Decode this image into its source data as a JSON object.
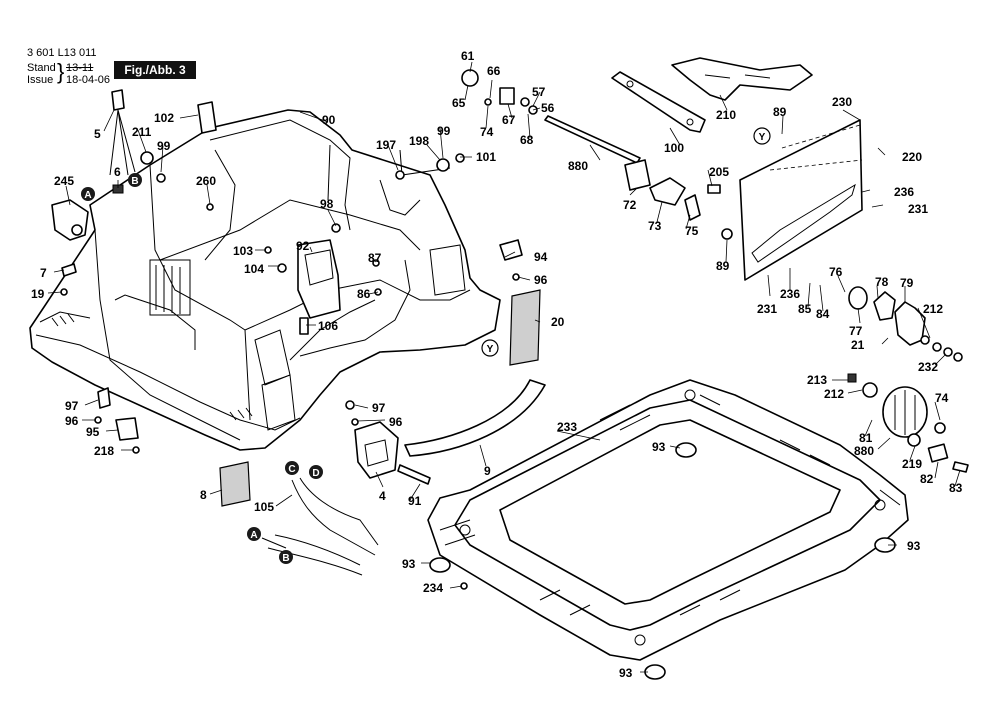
{
  "header": {
    "doc_number": "3 601 L13 011",
    "stand_label": "Stand",
    "stand_value": "13-11",
    "issue_label": "Issue",
    "issue_value": "18-04-06",
    "figure_label": "Fig./Abb. 3"
  },
  "parts": [
    {
      "num": "61"
    },
    {
      "num": "65"
    },
    {
      "num": "66"
    },
    {
      "num": "74"
    },
    {
      "num": "67"
    },
    {
      "num": "57"
    },
    {
      "num": "56"
    },
    {
      "num": "68"
    },
    {
      "num": "880"
    },
    {
      "num": "90"
    },
    {
      "num": "102"
    },
    {
      "num": "5"
    },
    {
      "num": "211"
    },
    {
      "num": "99"
    },
    {
      "num": "6"
    },
    {
      "num": "245"
    },
    {
      "num": "260"
    },
    {
      "num": "197"
    },
    {
      "num": "198"
    },
    {
      "num": "99"
    },
    {
      "num": "101"
    },
    {
      "num": "98"
    },
    {
      "num": "92"
    },
    {
      "num": "103"
    },
    {
      "num": "104"
    },
    {
      "num": "87"
    },
    {
      "num": "86"
    },
    {
      "num": "106"
    },
    {
      "num": "94"
    },
    {
      "num": "96"
    },
    {
      "num": "20"
    },
    {
      "num": "7"
    },
    {
      "num": "19"
    },
    {
      "num": "97"
    },
    {
      "num": "96"
    },
    {
      "num": "95"
    },
    {
      "num": "218"
    },
    {
      "num": "97"
    },
    {
      "num": "96"
    },
    {
      "num": "8"
    },
    {
      "num": "105"
    },
    {
      "num": "4"
    },
    {
      "num": "91"
    },
    {
      "num": "9"
    },
    {
      "num": "233"
    },
    {
      "num": "93"
    },
    {
      "num": "93"
    },
    {
      "num": "234"
    },
    {
      "num": "93"
    },
    {
      "num": "93"
    },
    {
      "num": "210"
    },
    {
      "num": "100"
    },
    {
      "num": "89"
    },
    {
      "num": "230"
    },
    {
      "num": "220"
    },
    {
      "num": "205"
    },
    {
      "num": "72"
    },
    {
      "num": "73"
    },
    {
      "num": "75"
    },
    {
      "num": "236"
    },
    {
      "num": "231"
    },
    {
      "num": "89"
    },
    {
      "num": "236"
    },
    {
      "num": "231"
    },
    {
      "num": "85"
    },
    {
      "num": "84"
    },
    {
      "num": "76"
    },
    {
      "num": "77"
    },
    {
      "num": "78"
    },
    {
      "num": "79"
    },
    {
      "num": "212"
    },
    {
      "num": "21"
    },
    {
      "num": "232"
    },
    {
      "num": "213"
    },
    {
      "num": "212"
    },
    {
      "num": "74"
    },
    {
      "num": "81"
    },
    {
      "num": "880"
    },
    {
      "num": "219"
    },
    {
      "num": "82"
    },
    {
      "num": "83"
    }
  ],
  "markers": [
    {
      "letter": "A"
    },
    {
      "letter": "B"
    },
    {
      "letter": "Y"
    },
    {
      "letter": "Y"
    },
    {
      "letter": "C"
    },
    {
      "letter": "D"
    },
    {
      "letter": "A"
    },
    {
      "letter": "B"
    }
  ]
}
